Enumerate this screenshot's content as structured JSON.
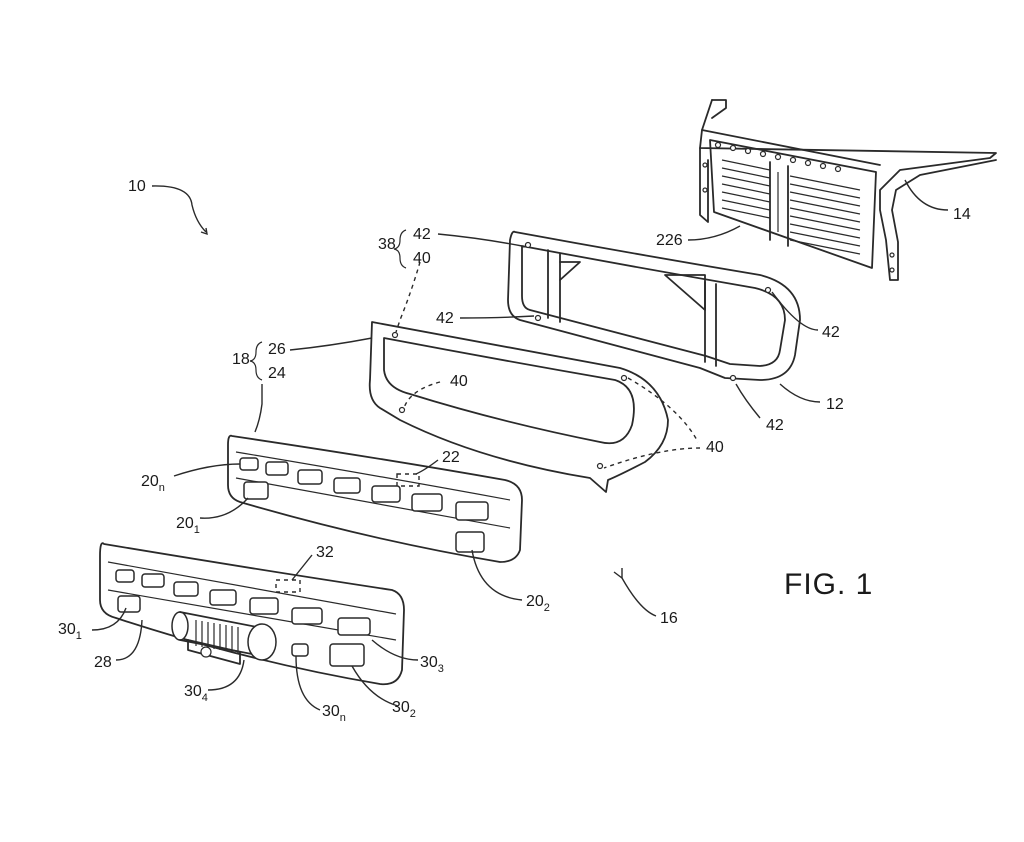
{
  "figure_title": "FIG. 1",
  "labels": {
    "l10": "10",
    "l14": "14",
    "l226": "226",
    "l38": "38",
    "l42a": "42",
    "l40a": "40",
    "l42b": "42",
    "l42c": "42",
    "l42d": "42",
    "l12": "12",
    "l18": "18",
    "l26": "26",
    "l24": "24",
    "l40b": "40",
    "l40c": "40",
    "l22": "22",
    "l20n": "20",
    "l20n_sub": "n",
    "l201": "20",
    "l201_sub": "1",
    "l202": "20",
    "l202_sub": "2",
    "l32": "32",
    "l16": "16",
    "l301": "30",
    "l301_sub": "1",
    "l28": "28",
    "l303": "30",
    "l303_sub": "3",
    "l304": "30",
    "l304_sub": "4",
    "l30n": "30",
    "l30n_sub": "n",
    "l302": "30",
    "l302_sub": "2"
  }
}
